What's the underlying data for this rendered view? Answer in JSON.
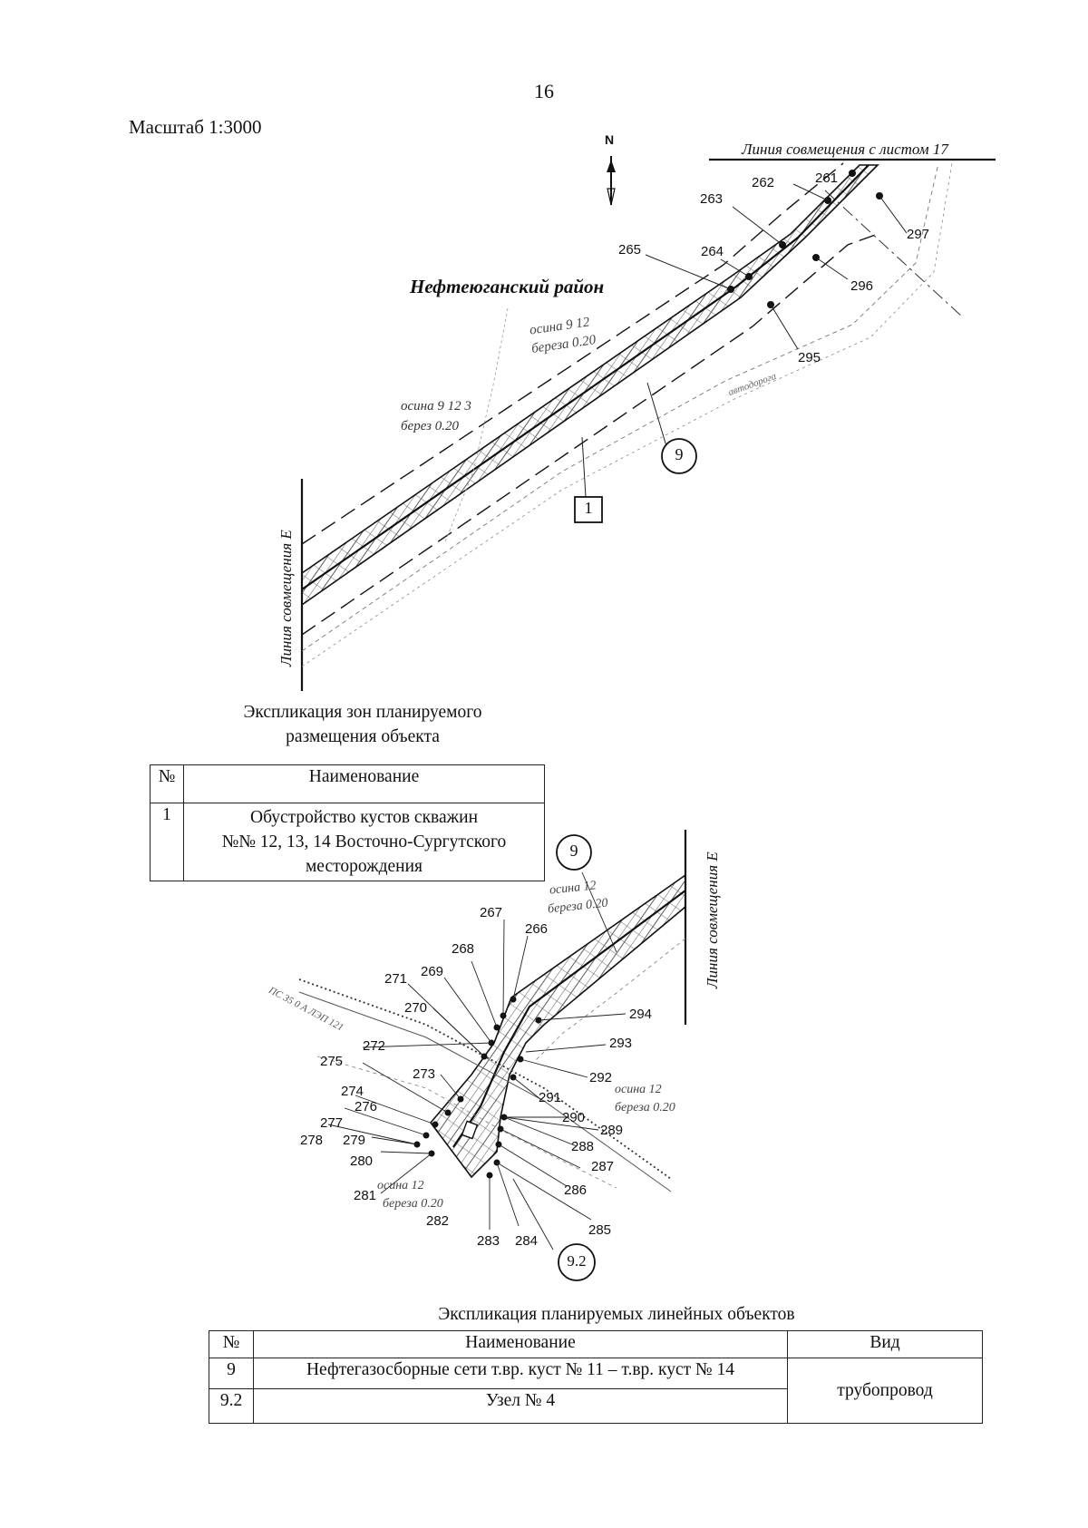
{
  "page_number": "16",
  "scale_label": "Масштаб 1:3000",
  "north_label": "N",
  "district_label": "Нефтеюганский район",
  "match_line_top": "Линия совмещения с листом 17",
  "match_line_e": "Линия совмещения Е",
  "tree_labels": {
    "species_a": "осина",
    "species_b": "береза",
    "species_b_short": "берез",
    "digit_9": "9",
    "value_12": "12",
    "digit_3": "3",
    "value_020": "0.20"
  },
  "road_labels": {
    "autoroad": "автодорога",
    "power_line": "ПС 35 0 А ЛЭП 121"
  },
  "callouts": {
    "circle_9": "9",
    "square_1": "1",
    "circle_92": "9.2"
  },
  "upper_points": [
    "261",
    "262",
    "263",
    "264",
    "265",
    "295",
    "296",
    "297"
  ],
  "lower_points": [
    "266",
    "267",
    "268",
    "269",
    "270",
    "271",
    "272",
    "273",
    "274",
    "275",
    "276",
    "277",
    "278",
    "279",
    "280",
    "281",
    "282",
    "283",
    "284",
    "285",
    "286",
    "287",
    "288",
    "289",
    "290",
    "291",
    "292",
    "293",
    "294"
  ],
  "zones_explication": {
    "title_line1": "Экспликация зон планируемого",
    "title_line2": "размещения объекта",
    "headers": {
      "num": "№",
      "name": "Наименование"
    },
    "rows": [
      {
        "num": "1",
        "name_line1": "Обустройство кустов скважин",
        "name_line2": "№№ 12, 13, 14  Восточно-Сургутского",
        "name_line3": "месторождения"
      }
    ]
  },
  "linear_explication": {
    "title": "Экспликация планируемых линейных объектов",
    "headers": {
      "num": "№",
      "name": "Наименование",
      "type": "Вид"
    },
    "rows": [
      {
        "num": "9",
        "name": "Нефтегазосборные сети т.вр. куст № 11 – т.вр. куст № 14"
      },
      {
        "num": "9.2",
        "name": "Узел № 4"
      }
    ],
    "type_value": "трубопровод"
  }
}
